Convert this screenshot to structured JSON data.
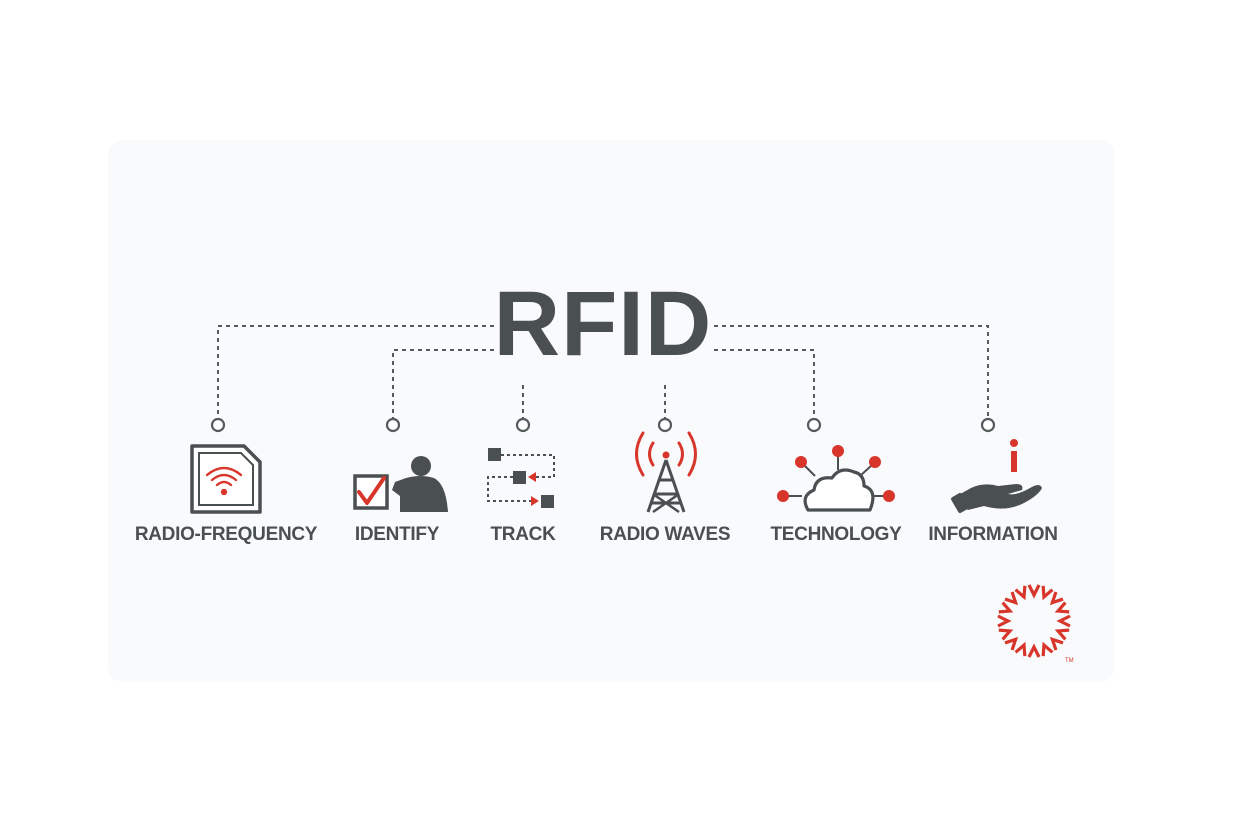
{
  "title": "RFID",
  "concepts": [
    {
      "label": "RADIO-FREQUENCY",
      "icon": "rfid-card-icon"
    },
    {
      "label": "IDENTIFY",
      "icon": "person-checkbox-icon"
    },
    {
      "label": "TRACK",
      "icon": "tracking-path-icon"
    },
    {
      "label": "RADIO WAVES",
      "icon": "radio-tower-icon"
    },
    {
      "label": "TECHNOLOGY",
      "icon": "cloud-network-icon"
    },
    {
      "label": "INFORMATION",
      "icon": "hand-info-icon"
    }
  ],
  "logo": {
    "mark": "TM",
    "icon": "starburst-logo-icon"
  },
  "colors": {
    "accent": "#d8362b",
    "dark": "#4a4f51",
    "panel": "#f9fafb"
  }
}
